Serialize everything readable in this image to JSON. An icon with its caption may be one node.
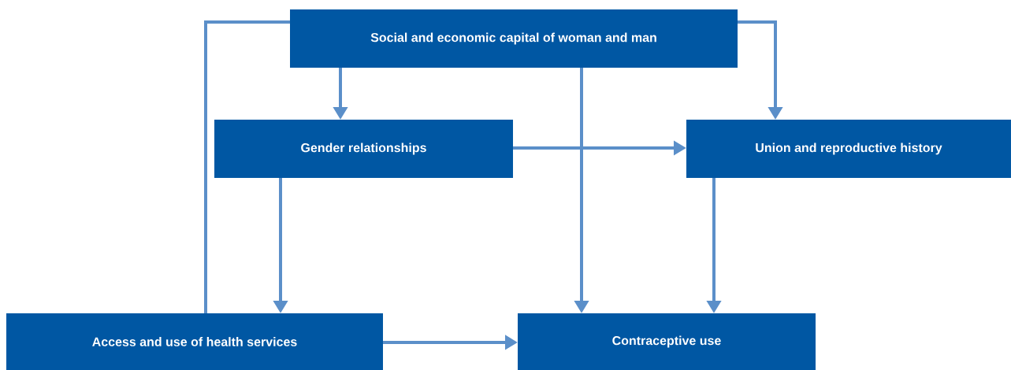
{
  "diagram": {
    "nodes": [
      {
        "text": [
          "Social and economic capital of woman and man"
        ]
      },
      {
        "text": [
          "Gender relationships"
        ]
      },
      {
        "text": [
          "Union and reproductive history"
        ]
      },
      {
        "text": [
          "Access and use of health services"
        ]
      },
      {
        "text": [
          "Contraceptive use"
        ]
      }
    ],
    "edges": [
      {
        "from": 0,
        "to": 1,
        "arrow": "to"
      },
      {
        "from": 0,
        "to": 2,
        "arrow": "to"
      },
      {
        "from": 0,
        "to": 4,
        "arrow": "to"
      },
      {
        "from": 0,
        "to": 3,
        "arrow": "none"
      },
      {
        "from": 1,
        "to": 2,
        "arrow": "to"
      },
      {
        "from": 1,
        "to": 3,
        "arrow": "to"
      },
      {
        "from": 2,
        "to": 4,
        "arrow": "to"
      },
      {
        "from": 3,
        "to": 4,
        "arrow": "to"
      }
    ]
  }
}
